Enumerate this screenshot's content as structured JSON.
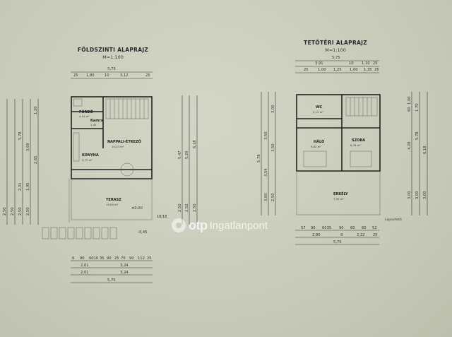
{
  "ground_floor": {
    "title": "FÖLDSZINTI ALAPRAJZ",
    "scale": "M=1:100",
    "top_dims": {
      "total": "5,75",
      "parts": [
        "25",
        "1,80",
        "10",
        "3,12",
        "25"
      ]
    },
    "bottom_dims": {
      "row1": [
        "6",
        "90",
        "6010",
        "35",
        "90",
        "25",
        "70",
        "90",
        "112",
        "25"
      ],
      "row2": [
        "2,01",
        "3,24"
      ],
      "row3": [
        "2,01",
        "3,24"
      ],
      "total": "5,75"
    },
    "left_dims": [
      "1,20",
      "3,69",
      "5,78",
      "2,65",
      "1,95",
      "2,31",
      "2,50",
      "2,50",
      "2,50",
      "2,50"
    ],
    "right_dims": [
      "5,47",
      "5,29",
      "6,18",
      "2,50",
      "2,52",
      "2,50"
    ],
    "rooms": {
      "furdo": {
        "name": "FÜRDŐ",
        "sub": "4,51 m²"
      },
      "kamra": {
        "name": "Kamra",
        "sub": "1,40"
      },
      "nappali": {
        "name": "NAPPALI-ÉTKEZŐ",
        "sub": "19,23 m²"
      },
      "konyha": {
        "name": "KONYHA",
        "sub": "5,77 m²"
      },
      "terasz": {
        "name": "TERASZ",
        "sub": "10,00 m²"
      }
    },
    "level_note": "±0,00",
    "level_note2": "-0,45"
  },
  "attic": {
    "title": "TETŐTÉRI ALAPRAJZ",
    "scale": "M=1:100",
    "top_dims": {
      "total": "5,75",
      "row1": [
        "3,91",
        "10",
        "1,10",
        "25"
      ],
      "row2": [
        "25",
        "1,00",
        "1,25",
        "1,00",
        "1,35",
        "25"
      ]
    },
    "bottom_dims": {
      "row1": [
        "57",
        "90",
        "6035",
        "90",
        "60",
        "60",
        "52"
      ],
      "row2": [
        "2,80",
        "9",
        "2,22",
        "25"
      ],
      "total": "5,75"
    },
    "left_dims": [
      "5,78",
      "3,00",
      "3,50",
      "3,50",
      "3,54",
      "3,00",
      "2,50"
    ],
    "right_dims": [
      "1,00",
      "60",
      "1,70",
      "4,28",
      "5,78",
      "6,18",
      "3,00",
      "3,00",
      "3,00"
    ],
    "rooms": {
      "wc": {
        "name": "WC",
        "sub": "2,11 m²"
      },
      "halo": {
        "name": "HÁLÓ",
        "sub": "9,82 m²"
      },
      "szoba": {
        "name": "SZOBA",
        "sub": "8,78 m²"
      },
      "erkely": {
        "name": "ERKÉLY",
        "sub": "7,30 m²"
      }
    },
    "corner_note": "Lapos/tető ",
    "side_note": "18/18"
  },
  "watermark": {
    "brand": "otp",
    "sub": "Ingatlanpont"
  },
  "colors": {
    "paper": "#c9ccbb",
    "ink": "#222222",
    "watermark": "#ffffff"
  }
}
